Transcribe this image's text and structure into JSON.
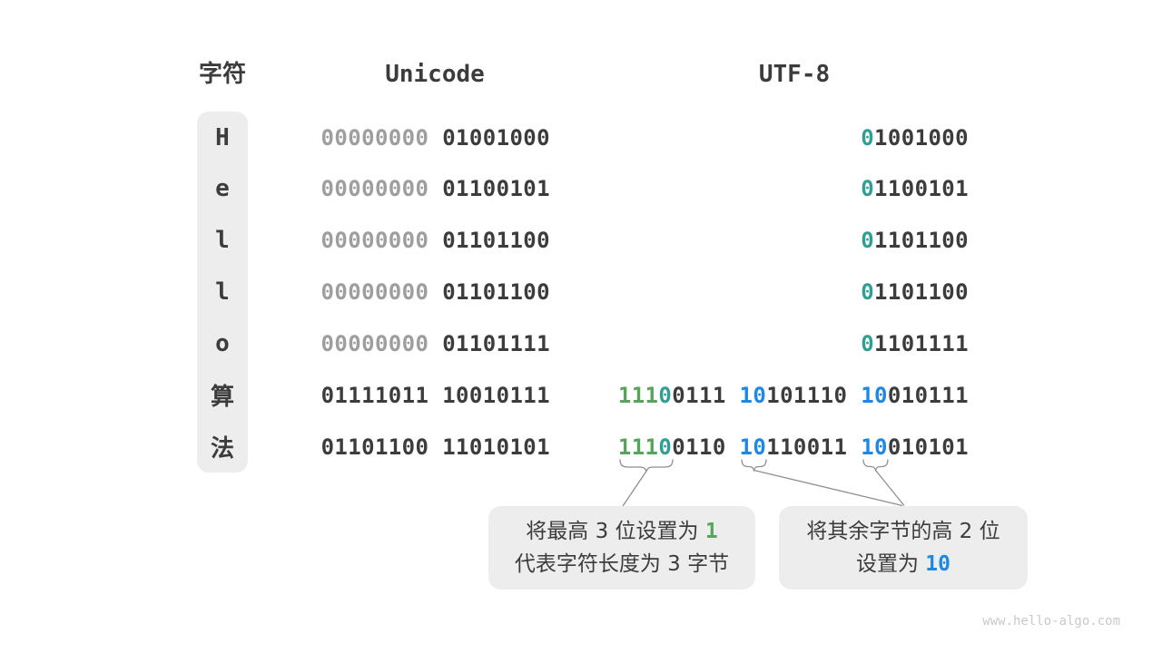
{
  "header": {
    "char": "字符",
    "unicode": "Unicode",
    "utf8": "UTF-8"
  },
  "colors": {
    "dark": "#3c3c3c",
    "gray_leading_zeros": "#9e9e9e",
    "green_prefix": "#57a55c",
    "teal_zero": "#2f9e93",
    "blue_continuation": "#1e88e5",
    "box_background": "#ededed",
    "connector_line": "#8f8f8f"
  },
  "rows": [
    {
      "char": "H",
      "unicode": [
        {
          "t": "00000000",
          "c": "gray"
        },
        {
          "t": " 01001000",
          "c": "dark"
        }
      ],
      "utf8": [
        {
          "t": "0",
          "c": "teal"
        },
        {
          "t": "1001000",
          "c": "dark"
        }
      ]
    },
    {
      "char": "e",
      "unicode": [
        {
          "t": "00000000",
          "c": "gray"
        },
        {
          "t": " 01100101",
          "c": "dark"
        }
      ],
      "utf8": [
        {
          "t": "0",
          "c": "teal"
        },
        {
          "t": "1100101",
          "c": "dark"
        }
      ]
    },
    {
      "char": "l",
      "unicode": [
        {
          "t": "00000000",
          "c": "gray"
        },
        {
          "t": " 01101100",
          "c": "dark"
        }
      ],
      "utf8": [
        {
          "t": "0",
          "c": "teal"
        },
        {
          "t": "1101100",
          "c": "dark"
        }
      ]
    },
    {
      "char": "l",
      "unicode": [
        {
          "t": "00000000",
          "c": "gray"
        },
        {
          "t": " 01101100",
          "c": "dark"
        }
      ],
      "utf8": [
        {
          "t": "0",
          "c": "teal"
        },
        {
          "t": "1101100",
          "c": "dark"
        }
      ]
    },
    {
      "char": "o",
      "unicode": [
        {
          "t": "00000000",
          "c": "gray"
        },
        {
          "t": " 01101111",
          "c": "dark"
        }
      ],
      "utf8": [
        {
          "t": "0",
          "c": "teal"
        },
        {
          "t": "1101111",
          "c": "dark"
        }
      ]
    },
    {
      "char": "算",
      "unicode": [
        {
          "t": "01111011 10010111",
          "c": "dark"
        }
      ],
      "utf8": [
        {
          "t": "111",
          "c": "green"
        },
        {
          "t": "0",
          "c": "teal"
        },
        {
          "t": "0111 ",
          "c": "dark"
        },
        {
          "t": "10",
          "c": "blue"
        },
        {
          "t": "101110 ",
          "c": "dark"
        },
        {
          "t": "10",
          "c": "blue"
        },
        {
          "t": "010111",
          "c": "dark"
        }
      ]
    },
    {
      "char": "法",
      "unicode": [
        {
          "t": "01101100 11010101",
          "c": "dark"
        }
      ],
      "utf8": [
        {
          "t": "111",
          "c": "green"
        },
        {
          "t": "0",
          "c": "teal"
        },
        {
          "t": "0110 ",
          "c": "dark"
        },
        {
          "t": "10",
          "c": "blue"
        },
        {
          "t": "110011 ",
          "c": "dark"
        },
        {
          "t": "10",
          "c": "blue"
        },
        {
          "t": "010101",
          "c": "dark"
        }
      ]
    }
  ],
  "callouts": {
    "left": {
      "line1_prefix": "将最高 3 位设置为 ",
      "line1_highlight": "1",
      "line2": "代表字符长度为 3 字节"
    },
    "right": {
      "line1": "将其余字节的高 2 位",
      "line2_prefix": "设置为 ",
      "line2_highlight": "10"
    }
  },
  "watermark": "www.hello-algo.com"
}
